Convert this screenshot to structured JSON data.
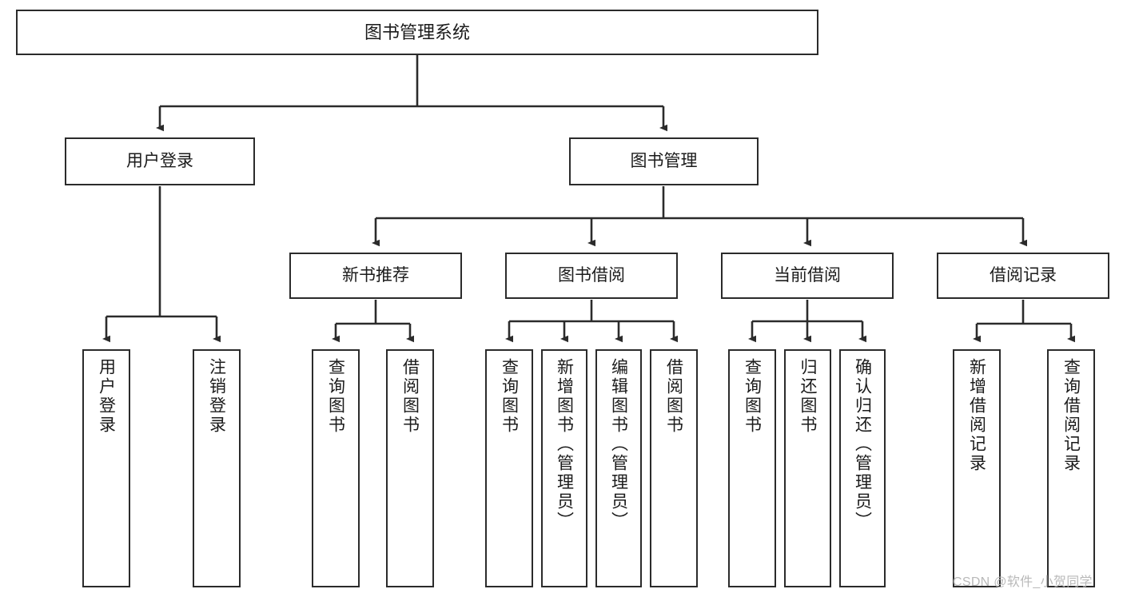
{
  "diagram": {
    "title": "图书管理系统",
    "watermark": "CSDN @软件_小贺同学",
    "colors": {
      "box_border": "#2b2b2b",
      "box_fill": "#ffffff",
      "edge": "#2b2b2b",
      "text": "#1b1b1b",
      "watermark": "#b9b9b9",
      "background": "#ffffff"
    },
    "levels": {
      "root": "图书管理系统",
      "level2": [
        "用户登录",
        "图书管理"
      ],
      "level3": [
        "新书推荐",
        "图书借阅",
        "当前借阅",
        "借阅记录"
      ]
    },
    "nodes": {
      "root": {
        "label": "图书管理系统"
      },
      "user_login": {
        "label": "用户登录"
      },
      "book_manage": {
        "label": "图书管理"
      },
      "new_book_rec": {
        "label": "新书推荐"
      },
      "book_borrow": {
        "label": "图书借阅"
      },
      "current_borrow": {
        "label": "当前借阅"
      },
      "borrow_record": {
        "label": "借阅记录"
      },
      "leaf_user_login": {
        "label": "用户登录"
      },
      "leaf_user_logout": {
        "label": "注销登录"
      },
      "leaf_query_book_1": {
        "label": "查询图书"
      },
      "leaf_borrow_book_1": {
        "label": "借阅图书"
      },
      "leaf_query_book_2": {
        "label": "查询图书"
      },
      "leaf_add_book": {
        "label": "新增图书（管理员）"
      },
      "leaf_edit_book": {
        "label": "编辑图书（管理员）"
      },
      "leaf_borrow_book_2": {
        "label": "借阅图书"
      },
      "leaf_query_book_3": {
        "label": "查询图书"
      },
      "leaf_return_book": {
        "label": "归还图书"
      },
      "leaf_confirm_return": {
        "label": "确认归还（管理员）"
      },
      "leaf_add_record": {
        "label": "新增借阅记录"
      },
      "leaf_query_record": {
        "label": "查询借阅记录"
      }
    },
    "edges": [
      {
        "from": "图书管理系统",
        "to": "用户登录"
      },
      {
        "from": "图书管理系统",
        "to": "图书管理"
      },
      {
        "from": "用户登录",
        "to": "用户登录"
      },
      {
        "from": "用户登录",
        "to": "注销登录"
      },
      {
        "from": "图书管理",
        "to": "新书推荐"
      },
      {
        "from": "图书管理",
        "to": "图书借阅"
      },
      {
        "from": "图书管理",
        "to": "当前借阅"
      },
      {
        "from": "图书管理",
        "to": "借阅记录"
      },
      {
        "from": "新书推荐",
        "to": "查询图书"
      },
      {
        "from": "新书推荐",
        "to": "借阅图书"
      },
      {
        "from": "图书借阅",
        "to": "查询图书"
      },
      {
        "from": "图书借阅",
        "to": "新增图书（管理员）"
      },
      {
        "from": "图书借阅",
        "to": "编辑图书（管理员）"
      },
      {
        "from": "图书借阅",
        "to": "借阅图书"
      },
      {
        "from": "当前借阅",
        "to": "查询图书"
      },
      {
        "from": "当前借阅",
        "to": "归还图书"
      },
      {
        "from": "当前借阅",
        "to": "确认归还（管理员）"
      },
      {
        "from": "借阅记录",
        "to": "新增借阅记录"
      },
      {
        "from": "借阅记录",
        "to": "查询借阅记录"
      }
    ]
  }
}
